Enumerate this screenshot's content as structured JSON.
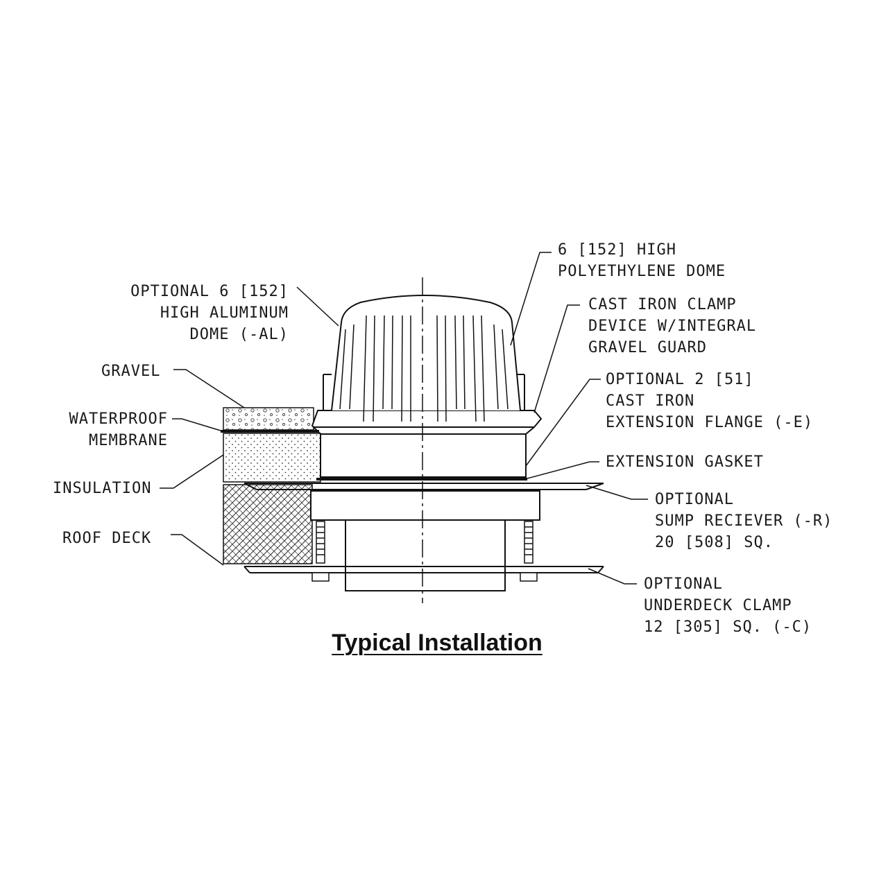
{
  "title": "Typical Installation",
  "labels": {
    "poly_dome": [
      "6 [152] HIGH",
      "POLYETHYLENE DOME"
    ],
    "alum_dome": [
      "OPTIONAL 6 [152]",
      "HIGH ALUMINUM",
      "DOME (-AL)"
    ],
    "clamp": [
      "CAST IRON CLAMP",
      "DEVICE W/INTEGRAL",
      "GRAVEL GUARD"
    ],
    "gravel": [
      "GRAVEL"
    ],
    "ext_flange": [
      "OPTIONAL 2 [51]",
      "CAST IRON",
      "EXTENSION FLANGE (-E)"
    ],
    "membrane": [
      "WATERPROOF",
      "MEMBRANE"
    ],
    "gasket": [
      "EXTENSION GASKET"
    ],
    "insulation": [
      "INSULATION"
    ],
    "sump": [
      "OPTIONAL",
      "SUMP RECIEVER (-R)",
      "20 [508] SQ."
    ],
    "roof_deck": [
      "ROOF DECK"
    ],
    "underdeck": [
      "OPTIONAL",
      "UNDERDECK CLAMP",
      "12 [305] SQ. (-C)"
    ]
  }
}
